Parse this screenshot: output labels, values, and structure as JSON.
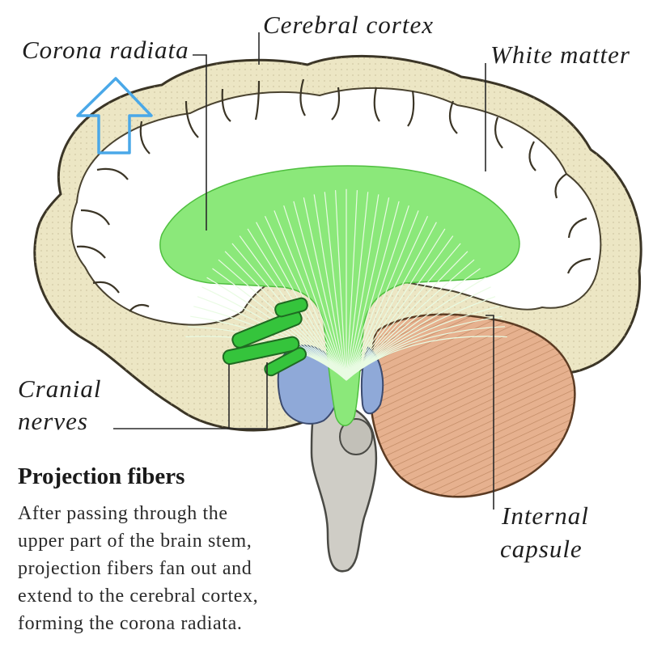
{
  "labels": {
    "corona_radiata": "Corona radiata",
    "cerebral_cortex": "Cerebral cortex",
    "white_matter": "White matter",
    "cranial_nerves_line1": "Cranial",
    "cranial_nerves_line2": "nerves",
    "internal_capsule_line1": "Internal",
    "internal_capsule_line2": "capsule"
  },
  "caption": {
    "heading": "Projection fibers",
    "lines": [
      "After passing through the",
      "upper part of the brain stem,",
      "projection fibers fan out and",
      "extend to the cerebral cortex,",
      "forming the corona radiata."
    ]
  },
  "colors": {
    "cortex": "#ece6c4",
    "white_matter": "#ffffff",
    "projection_fibers": "#7ee86a",
    "cerebellum": "#e6b18f",
    "brainstem": "#cfcdc6",
    "thalamus_blue": "#8fa9d8",
    "cranial_nerves": "#35c43c",
    "arrow_outline": "#4aa8e8"
  },
  "icons": {
    "annotation_arrow": "up-arrow-outline"
  }
}
